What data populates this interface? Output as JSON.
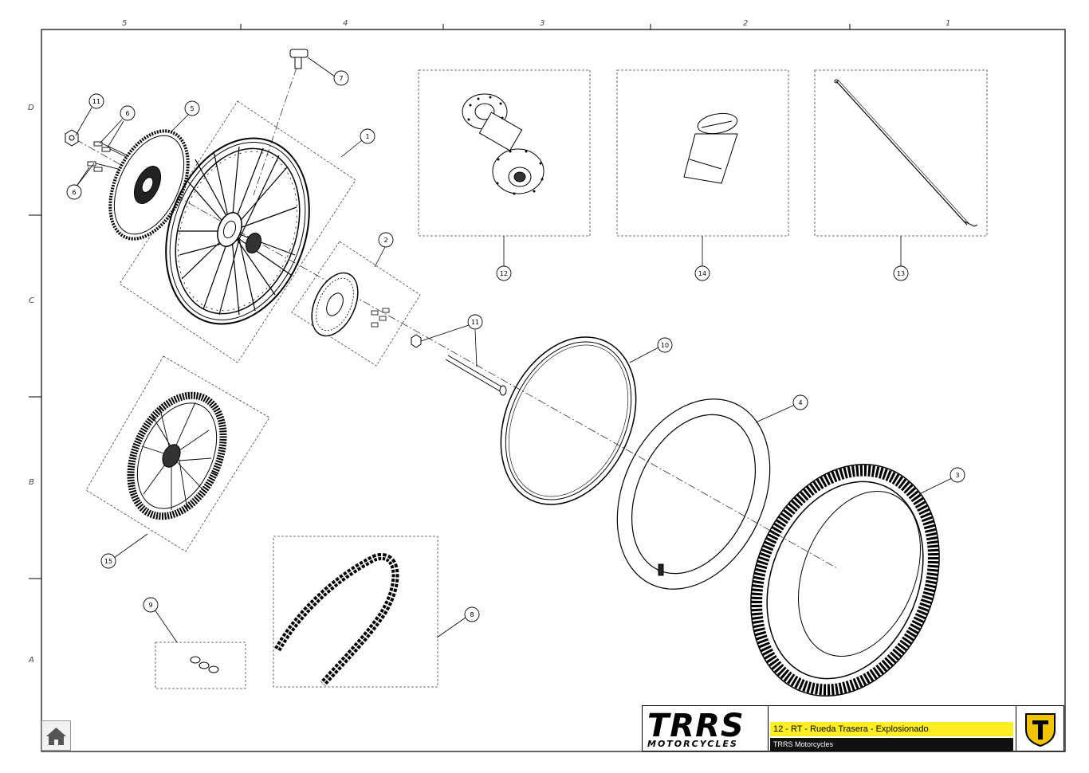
{
  "border": {
    "top_zones": [
      "5",
      "4",
      "3",
      "2",
      "1"
    ],
    "side_zones": [
      "D",
      "C",
      "B",
      "A"
    ]
  },
  "balloons": {
    "b1": "1",
    "b2": "2",
    "b3": "3",
    "b4": "4",
    "b5": "5",
    "b6a": "6",
    "b6b": "6",
    "b7": "7",
    "b8": "8",
    "b9": "9",
    "b10": "10",
    "b11a": "11",
    "b11b": "11",
    "b12": "12",
    "b13": "13",
    "b14": "14",
    "b15": "15"
  },
  "title_block": {
    "logo_main": "TRRS",
    "logo_sub": "MOTORCYCLES",
    "title": "12 - RT - Rueda Trasera - Explosionado",
    "company": "TRRS Motorcycles"
  },
  "colors": {
    "accent_yellow": "#ffee22",
    "dark": "#111111"
  },
  "icons": {
    "home": "home-icon",
    "emblem": "trrs-shield-emblem"
  }
}
